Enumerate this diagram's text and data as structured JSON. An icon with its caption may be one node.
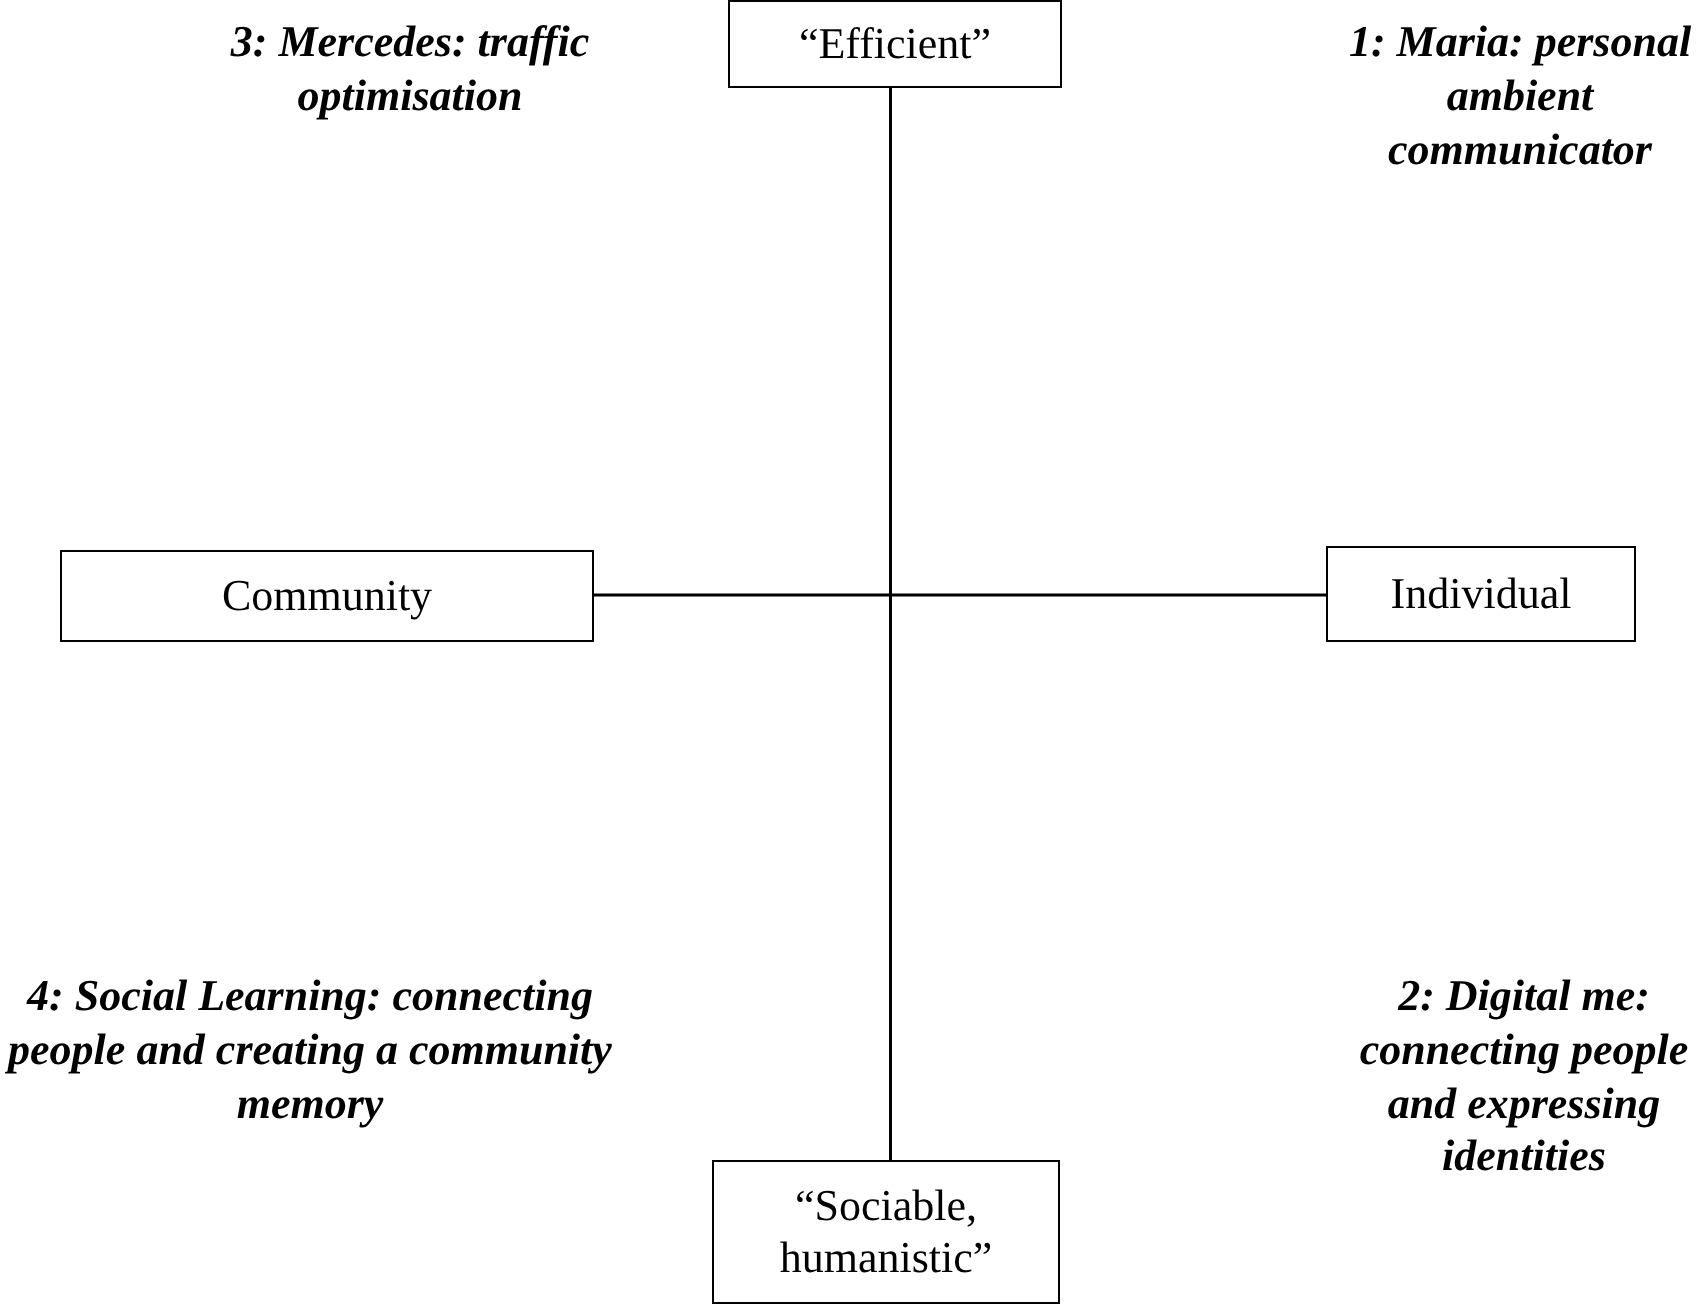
{
  "diagram": {
    "nodes": [
      {
        "text": [
          "“Efficient”"
        ]
      },
      {
        "text": [
          "Community"
        ]
      },
      {
        "text": [
          "Individual"
        ]
      },
      {
        "text": [
          "“Sociable, humanistic”"
        ]
      }
    ],
    "edges": [
      {
        "from": 0,
        "to": 3,
        "arrow": "none"
      },
      {
        "from": 1,
        "to": 2,
        "arrow": "none"
      }
    ],
    "labels": [
      "3: Mercedes: traffic optimisation",
      "1: Maria: personal ambient communicator",
      "4: Social Learning: connecting people and creating a community memory",
      "2: Digital me: connecting people and expressing identities"
    ]
  }
}
